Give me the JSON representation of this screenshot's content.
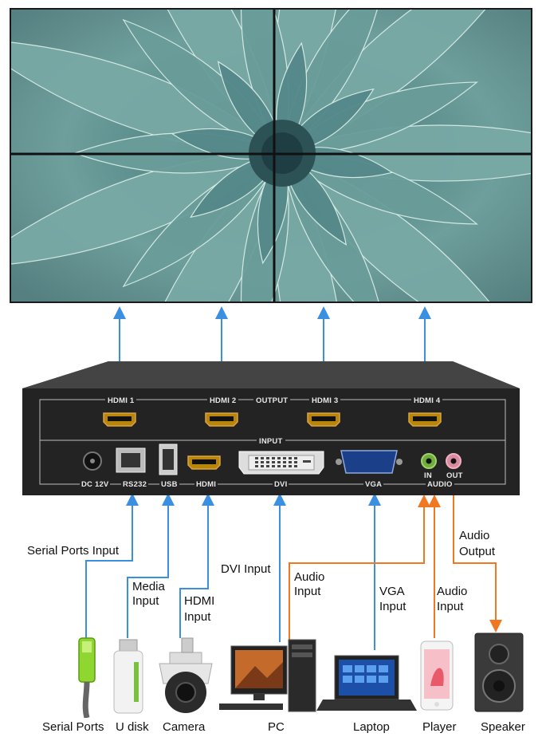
{
  "output_ports": {
    "hdmi1": "HDMI 1",
    "hdmi2": "HDMI 2",
    "output": "OUTPUT",
    "hdmi3": "HDMI 3",
    "hdmi4": "HDMI 4"
  },
  "input_section": "INPUT",
  "input_ports": {
    "dc": "DC 12V",
    "rs232": "RS232",
    "usb": "USB",
    "hdmi": "HDMI",
    "dvi": "DVI",
    "vga": "VGA",
    "audio": "AUDIO",
    "in": "IN",
    "out": "OUT"
  },
  "connection_labels": {
    "serial": "Serial Ports Input",
    "media_line1": "Media",
    "media_line2": "Input",
    "hdmi_line1": "HDMI",
    "hdmi_line2": "Input",
    "dvi": "DVI Input",
    "audio_in_line1": "Audio",
    "audio_in_line2": "Input",
    "vga_line1": "VGA",
    "vga_line2": "Input",
    "audio_in2_line1": "Audio",
    "audio_in2_line2": "Input",
    "audio_out_line1": "Audio",
    "audio_out_line2": "Output"
  },
  "devices": {
    "serial": "Serial Ports",
    "udisk": "U disk",
    "camera": "Camera",
    "pc": "PC",
    "laptop": "Laptop",
    "player": "Player",
    "speaker": "Speaker"
  },
  "colors": {
    "signal_arrow": "#3a8fe0",
    "audio_arrow": "#f07820",
    "device_body": "#2a2a2a"
  }
}
